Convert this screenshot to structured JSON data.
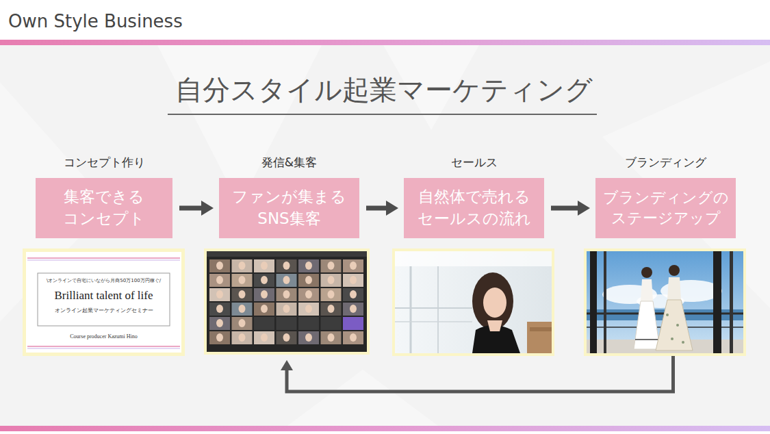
{
  "diagram": {
    "title": "自分スタイル起業マーケティング",
    "nodes": [
      {
        "text": [
          "コンセプト作り",
          "集客できる コンセプト"
        ]
      },
      {
        "text": [
          "発信&集客",
          "ファンが集まる SNS集客"
        ]
      },
      {
        "text": [
          "セールス",
          "自然体で売れる セールスの流れ"
        ]
      },
      {
        "text": [
          "ブランディング",
          "ブランディングの ステージアップ"
        ]
      }
    ],
    "edges": [
      {
        "from": 0,
        "to": 1,
        "arrow": "to"
      },
      {
        "from": 1,
        "to": 2,
        "arrow": "to"
      },
      {
        "from": 2,
        "to": 3,
        "arrow": "to"
      },
      {
        "from": 3,
        "to": 1,
        "arrow": "to"
      }
    ],
    "labels": [
      "Own Style Business",
      "\\オンラインで自宅にいながら月商50万100万円稼ぐ/",
      "Brilliant talent of life",
      "オンライン起業マーケティングセミナー",
      "Course producer Kazumi Hino"
    ]
  }
}
